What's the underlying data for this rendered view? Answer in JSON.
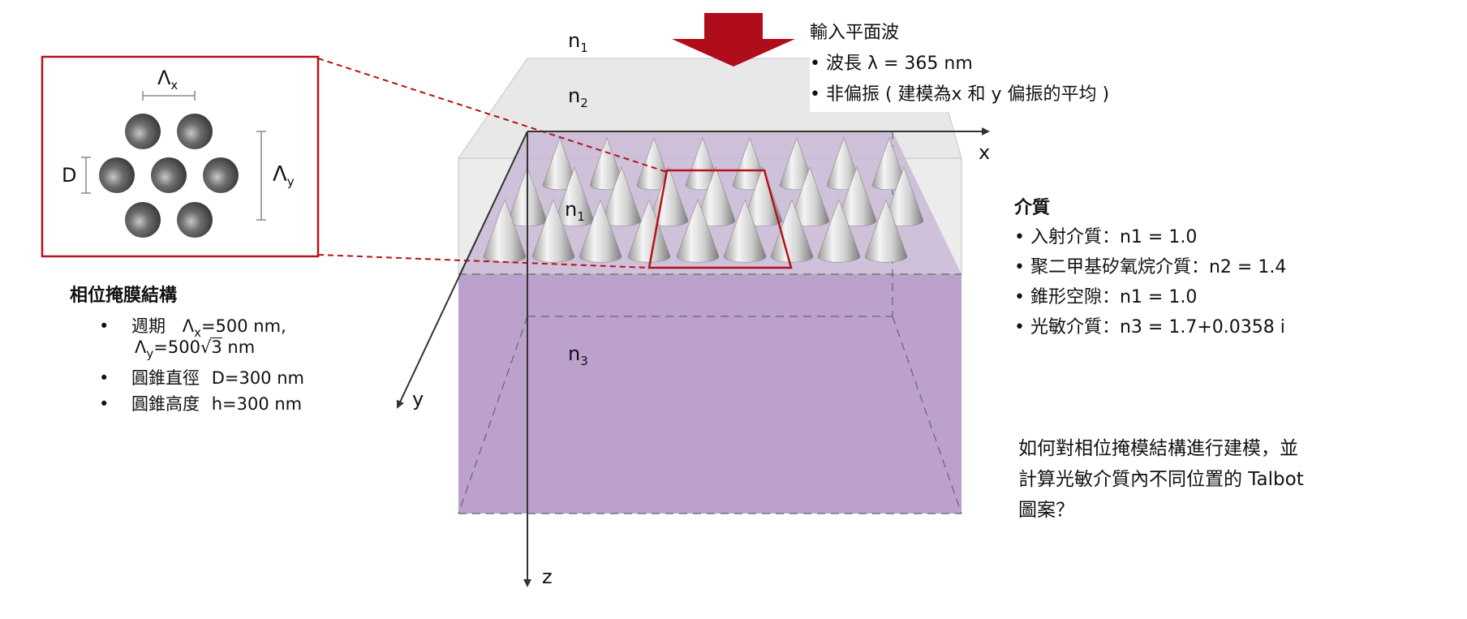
{
  "layers": {
    "n1_top": "n",
    "n2": "n",
    "n1_mid": "n",
    "n3": "n",
    "sub_1": "1",
    "sub_2": "2",
    "sub_3": "3"
  },
  "axes": {
    "x": "x",
    "y": "y",
    "z": "z"
  },
  "input_wave": {
    "title": "輸入平面波",
    "wavelength": "• 波長 λ = 365 nm",
    "polarization": "• 非偏振 ( 建模為x 和 y 偏振的平均 )"
  },
  "inset": {
    "lambda_x": "Λ",
    "lambda_x_sub": "x",
    "lambda_y": "Λ",
    "lambda_y_sub": "y",
    "d": "D"
  },
  "mask_structure": {
    "title": "相位掩膜結構",
    "bullet": "•",
    "period_label": "週期",
    "period_x_prefix": "Λ",
    "period_x_sub": "x",
    "period_x_value": "=500 nm,",
    "period_y_prefix": "Λ",
    "period_y_sub": "y",
    "period_y_value": "=500",
    "period_y_root": "√3",
    "period_y_unit": " nm",
    "diameter_label": "圓錐直徑",
    "diameter_value": "D=300 nm",
    "height_label": "圓錐高度",
    "height_value": "h=300 nm"
  },
  "media": {
    "title": "介質",
    "items": [
      "• 入射介質：n1 = 1.0",
      "• 聚二甲基矽氧烷介質：n2 = 1.4",
      "• 錐形空隙：n1 = 1.0",
      "• 光敏介質：n3 = 1.7+0.0358 i"
    ]
  },
  "question": "如何對相位掩模結構進行建模，並計算光敏介質內不同位置的 Talbot 圖案？",
  "colors": {
    "arrow": "#b00d1a",
    "inset_border": "#b5121b",
    "pdms": "#e7e7e7",
    "photoresist": "#b69cc8",
    "axis": "#333333"
  }
}
